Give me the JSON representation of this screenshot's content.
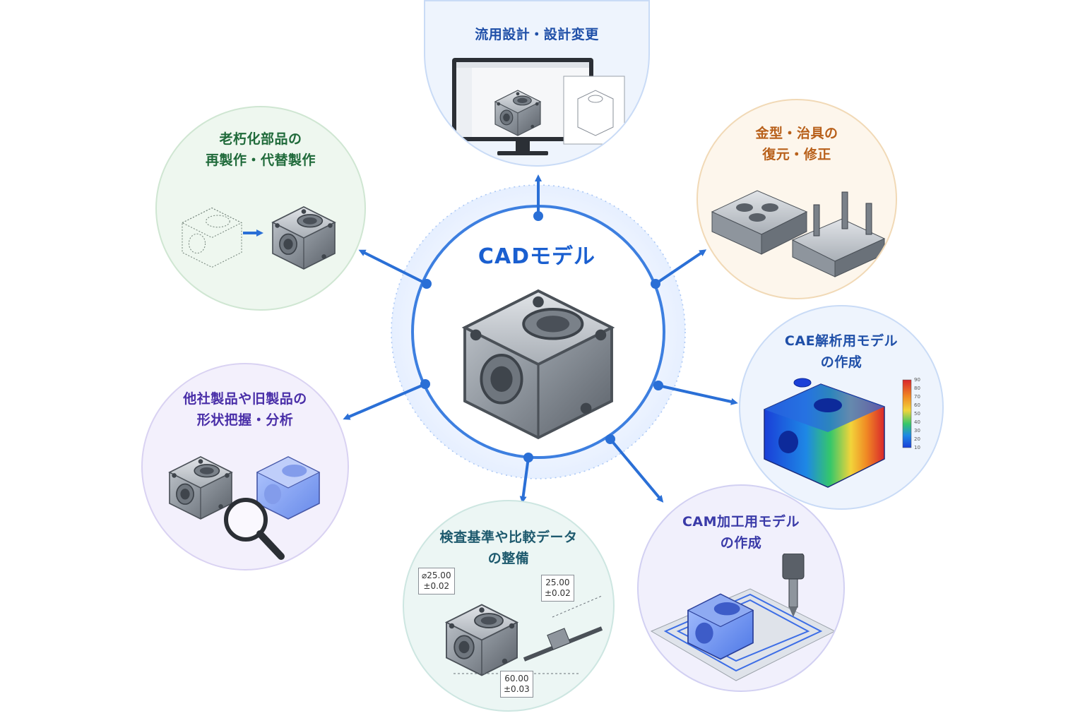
{
  "center": {
    "title": "CADモデル"
  },
  "nodes": [
    {
      "id": "reuse",
      "lines": [
        "流用設計・設計変更"
      ],
      "color": "#1f4fa8"
    },
    {
      "id": "mold",
      "lines": [
        "金型・治具の",
        "復元・修正"
      ],
      "color": "#b8601a"
    },
    {
      "id": "cae",
      "lines": [
        "CAE解析用モデル",
        "の作成"
      ],
      "color": "#1f4fa8"
    },
    {
      "id": "cam",
      "lines": [
        "CAM加工用モデル",
        "の作成"
      ],
      "color": "#3a3aa8"
    },
    {
      "id": "inspect",
      "lines": [
        "検査基準や比較データ",
        "の整備"
      ],
      "color": "#1e5a6e"
    },
    {
      "id": "analyze",
      "lines": [
        "他社製品や旧製品の",
        "形状把握・分析"
      ],
      "color": "#4a2fa8"
    },
    {
      "id": "remake",
      "lines": [
        "老朽化部品の",
        "再製作・代替製作"
      ],
      "color": "#1f6a3a"
    }
  ],
  "dimensions": [
    {
      "lines": [
        "⌀25.00",
        "±0.02"
      ]
    },
    {
      "lines": [
        "25.00",
        "±0.02"
      ]
    },
    {
      "lines": [
        "60.00",
        "±0.03"
      ]
    }
  ],
  "cae_scale": [
    "90",
    "80",
    "70",
    "60",
    "50",
    "40",
    "30",
    "20",
    "10"
  ],
  "icons": {
    "part": "mechanical-part-icon",
    "monitor": "monitor-icon",
    "magnifier": "magnifier-icon",
    "caliper": "caliper-icon",
    "mill": "end-mill-icon"
  }
}
